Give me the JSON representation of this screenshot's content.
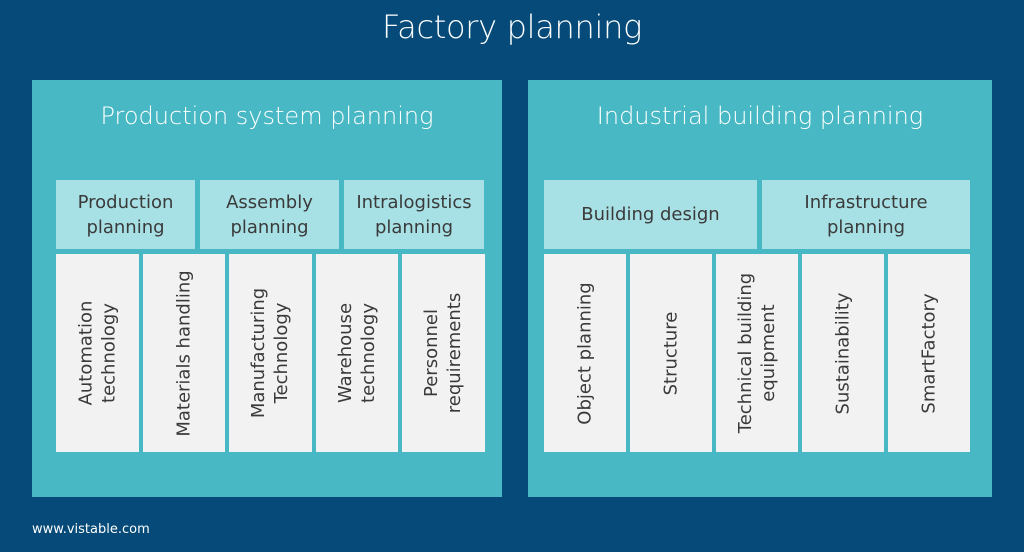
{
  "title": "Factory planning",
  "left_panel": {
    "title": "Production system planning",
    "top": [
      {
        "l1": "Production",
        "l2": "planning"
      },
      {
        "l1": "Assembly",
        "l2": "planning"
      },
      {
        "l1": "Intralogistics",
        "l2": "planning"
      }
    ],
    "bottom": [
      {
        "l1": "Automation",
        "l2": "technology"
      },
      {
        "l1": "Materials handling",
        "l2": ""
      },
      {
        "l1": "Manufacturing",
        "l2": "Technology"
      },
      {
        "l1": "Warehouse",
        "l2": "technology"
      },
      {
        "l1": "Personnel",
        "l2": "requirements"
      }
    ]
  },
  "right_panel": {
    "title": "Industrial building planning",
    "top": [
      {
        "l1": "Building design",
        "l2": ""
      },
      {
        "l1": "Infrastructure",
        "l2": "planning"
      }
    ],
    "bottom": [
      {
        "l1": "Object planning",
        "l2": ""
      },
      {
        "l1": "Structure",
        "l2": ""
      },
      {
        "l1": "Technical building",
        "l2": "equipment"
      },
      {
        "l1": "Sustainability",
        "l2": ""
      },
      {
        "l1": "SmartFactory",
        "l2": ""
      }
    ]
  },
  "footer": "www.vistable.com",
  "colors": {
    "background": "#054a78",
    "panel": "#47b8c4",
    "top_box": "#a8e1e5",
    "sub_box": "#f2f2f2"
  }
}
